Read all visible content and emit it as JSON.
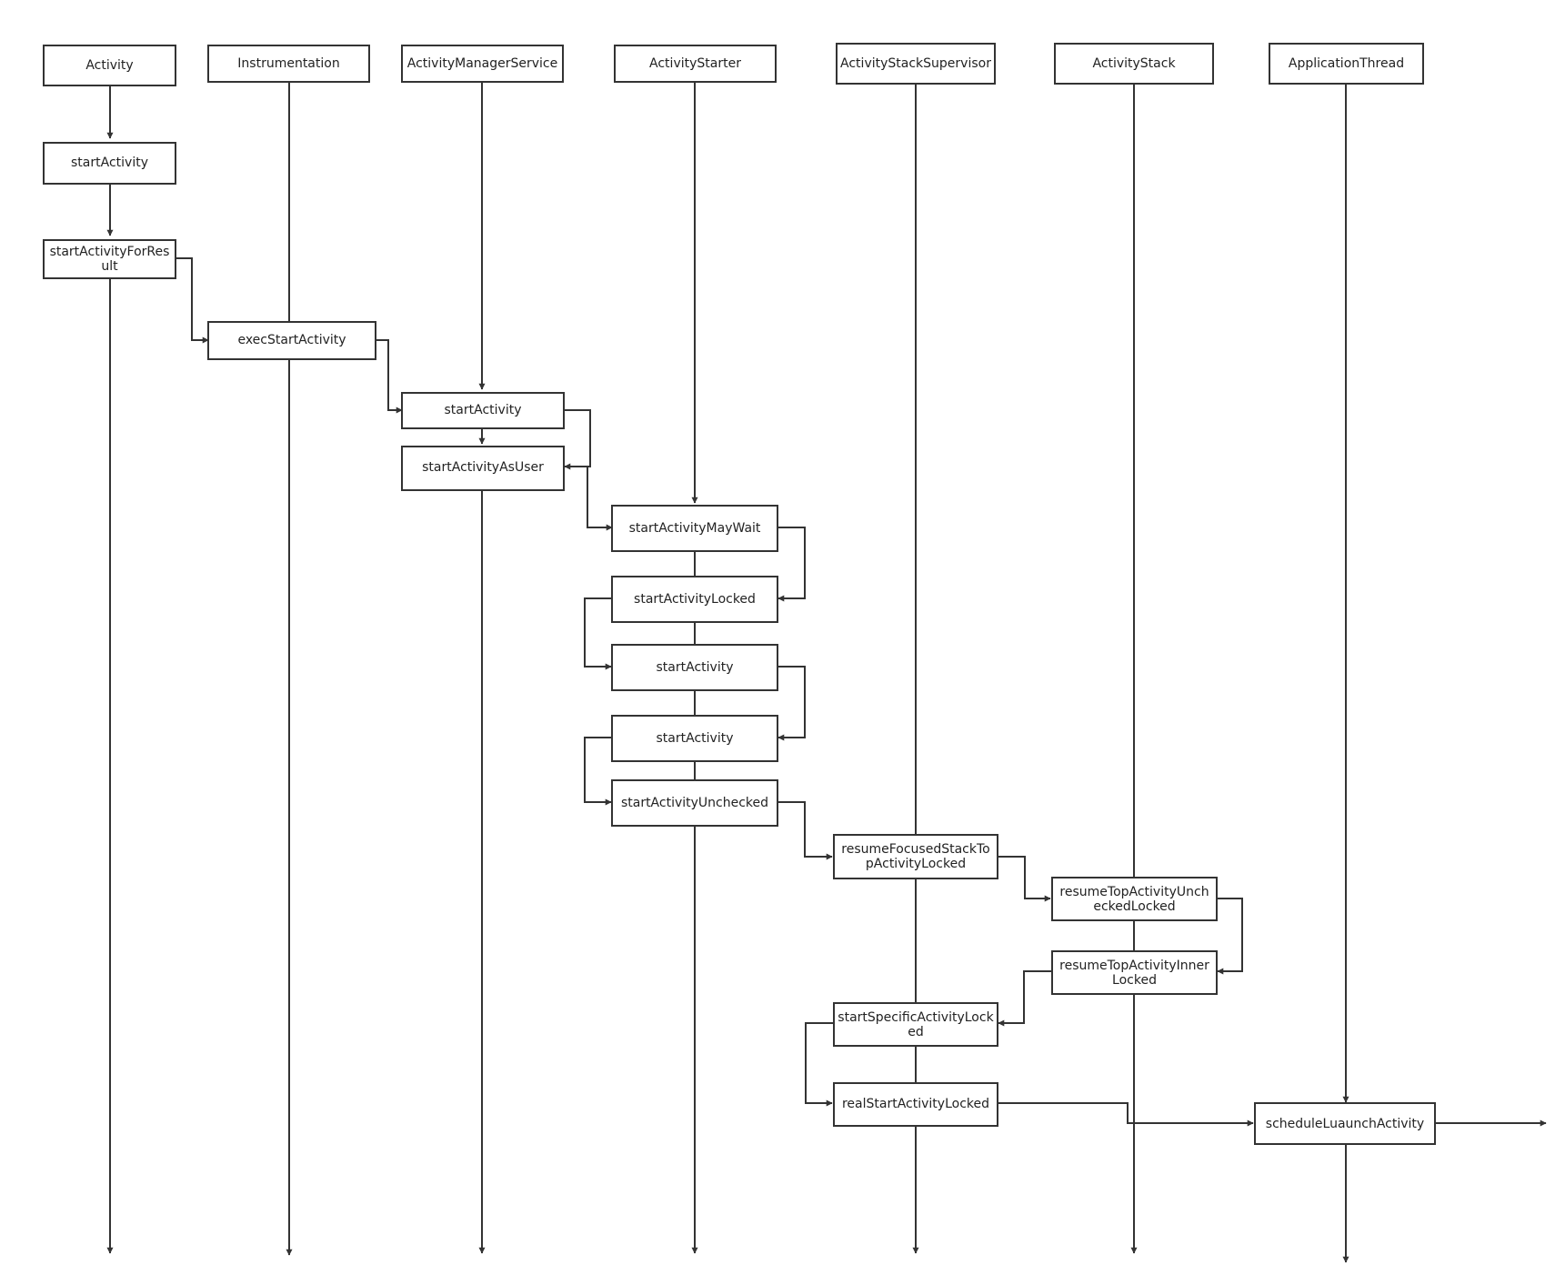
{
  "diagram": {
    "lanes": [
      {
        "id": "activity",
        "label": "Activity"
      },
      {
        "id": "instrumentation",
        "label": "Instrumentation"
      },
      {
        "id": "ams",
        "label": "ActivityManagerService"
      },
      {
        "id": "starter",
        "label": "ActivityStarter"
      },
      {
        "id": "supervisor",
        "label": "ActivityStackSupervisor"
      },
      {
        "id": "stack",
        "label": "ActivityStack"
      },
      {
        "id": "appthread",
        "label": "ApplicationThread"
      }
    ],
    "nodes": [
      {
        "id": "n_startActivity",
        "lines": [
          "startActivity"
        ]
      },
      {
        "id": "n_startActivityForResult",
        "lines": [
          "startActivityForRes",
          "ult"
        ]
      },
      {
        "id": "n_execStartActivity",
        "lines": [
          "execStartActivity"
        ]
      },
      {
        "id": "n_ams_startActivity",
        "lines": [
          "startActivity"
        ]
      },
      {
        "id": "n_startActivityAsUser",
        "lines": [
          "startActivityAsUser"
        ]
      },
      {
        "id": "n_startActivityMayWait",
        "lines": [
          "startActivityMayWait"
        ]
      },
      {
        "id": "n_startActivityLocked",
        "lines": [
          "startActivityLocked"
        ]
      },
      {
        "id": "n_starter_startActivity1",
        "lines": [
          "startActivity"
        ]
      },
      {
        "id": "n_starter_startActivity2",
        "lines": [
          "startActivity"
        ]
      },
      {
        "id": "n_startActivityUnchecked",
        "lines": [
          "startActivityUnchecked"
        ]
      },
      {
        "id": "n_resumeFocused",
        "lines": [
          "resumeFocusedStackTo",
          "pActivityLocked"
        ]
      },
      {
        "id": "n_resumeTopUnchecked",
        "lines": [
          "resumeTopActivityUnch",
          "eckedLocked"
        ]
      },
      {
        "id": "n_resumeTopInner",
        "lines": [
          "resumeTopActivityInner",
          "Locked"
        ]
      },
      {
        "id": "n_startSpecific",
        "lines": [
          "startSpecificActivityLock",
          "ed"
        ]
      },
      {
        "id": "n_realStart",
        "lines": [
          "realStartActivityLocked"
        ]
      },
      {
        "id": "n_scheduleLaunch",
        "lines": [
          "scheduleLuaunchActivity"
        ]
      }
    ]
  }
}
